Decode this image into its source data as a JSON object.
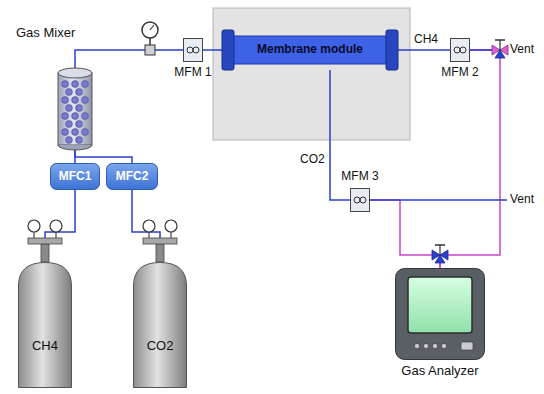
{
  "diagram": {
    "nodes": [
      {
        "text": [
          "Gas Mixer"
        ]
      },
      {
        "text": [
          "MFM 1"
        ]
      },
      {
        "text": [
          "Membrane module"
        ]
      },
      {
        "text": [
          "MFM 2"
        ]
      },
      {
        "text": [
          "MFM 3"
        ]
      },
      {
        "text": [
          "MFC1"
        ]
      },
      {
        "text": [
          "MFC2"
        ]
      },
      {
        "text": [
          "CH4"
        ]
      },
      {
        "text": [
          "CO2"
        ]
      },
      {
        "text": [
          "Gas Analyzer"
        ]
      }
    ],
    "edges": [
      {
        "from": 7,
        "to": 5,
        "arrow": "none"
      },
      {
        "from": 8,
        "to": 6,
        "arrow": "none"
      },
      {
        "from": 5,
        "to": 0,
        "arrow": "none"
      },
      {
        "from": 6,
        "to": 0,
        "arrow": "none"
      },
      {
        "from": 0,
        "to": 1,
        "arrow": "none"
      },
      {
        "from": 1,
        "to": 2,
        "arrow": "none"
      },
      {
        "from": 2,
        "to": 3,
        "label": "CH4",
        "arrow": "none"
      },
      {
        "from": 2,
        "to": 4,
        "label": "CO2",
        "arrow": "none"
      },
      {
        "from": 3,
        "to": 9,
        "arrow": "none"
      },
      {
        "from": 4,
        "to": 9,
        "arrow": "none"
      }
    ],
    "labels": [
      "Vent",
      "Vent"
    ]
  }
}
